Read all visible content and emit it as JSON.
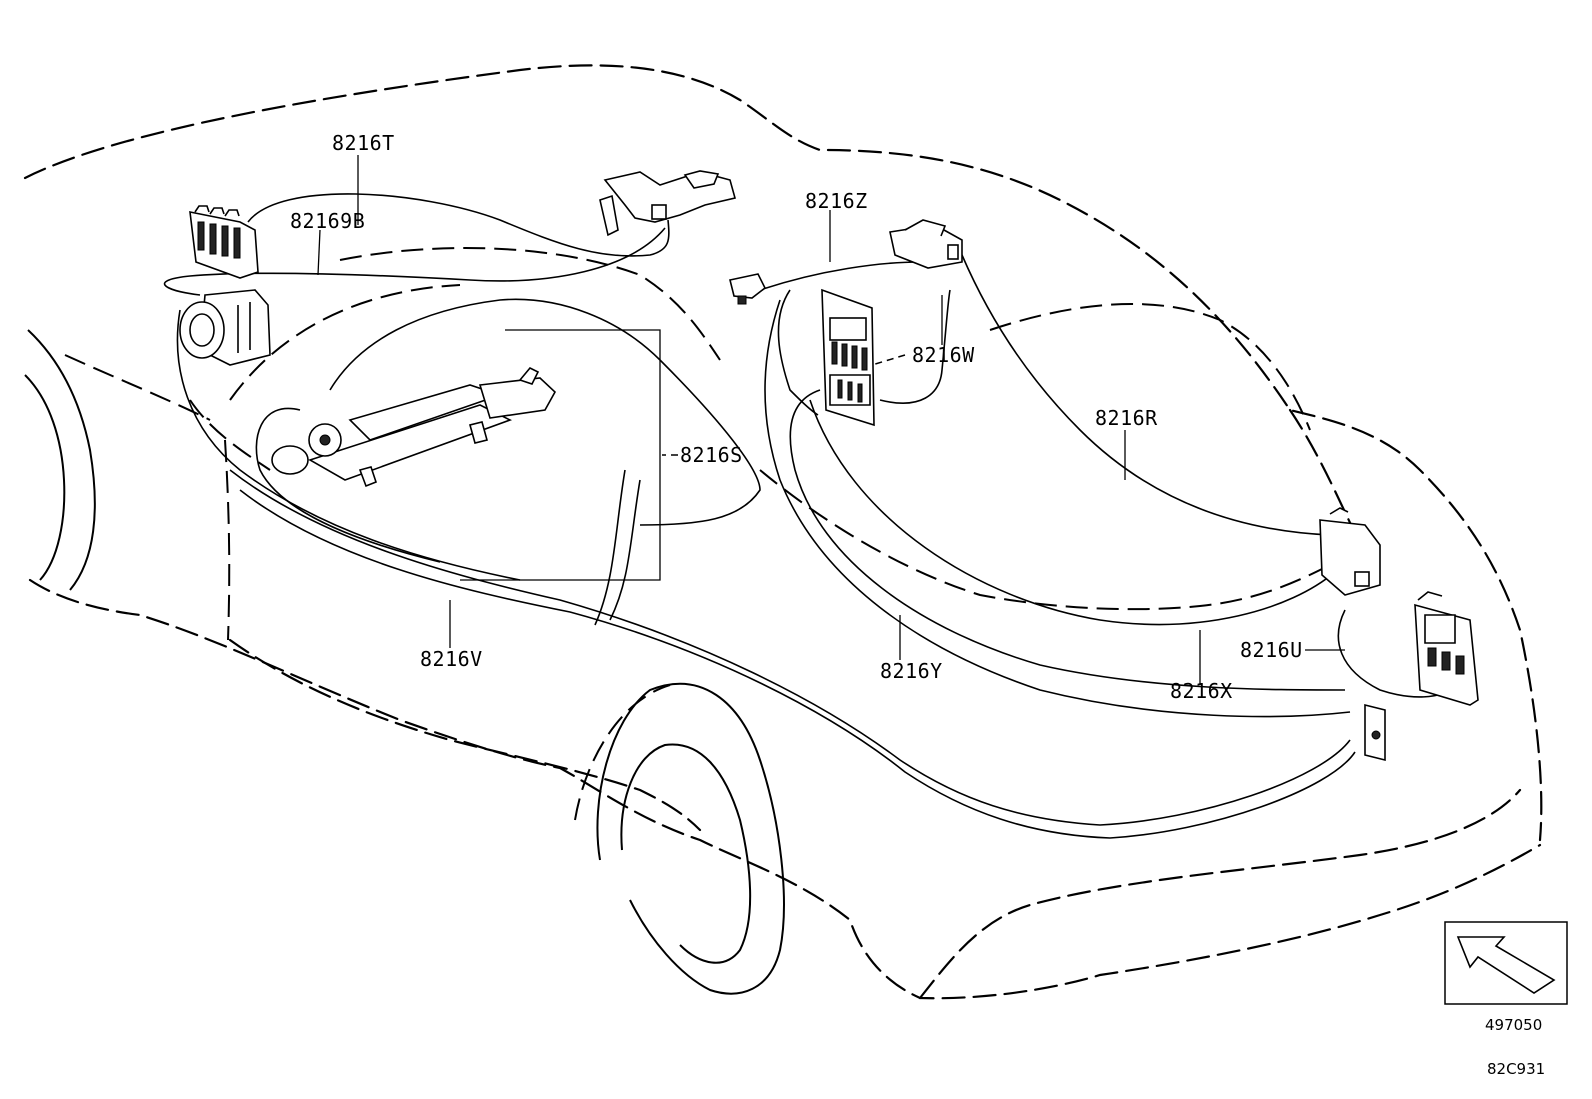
{
  "callouts": {
    "c_8216T": "8216T",
    "c_82169B": "82169B",
    "c_8216Z": "8216Z",
    "c_8216W": "8216W",
    "c_8216R": "8216R",
    "c_8216S": "8216S",
    "c_8216V": "8216V",
    "c_8216Y": "8216Y",
    "c_8216X": "8216X",
    "c_8216U": "8216U"
  },
  "view_indicator": {
    "icon": "front-arrow-icon",
    "code": "497050"
  },
  "figure_id": "82C931"
}
